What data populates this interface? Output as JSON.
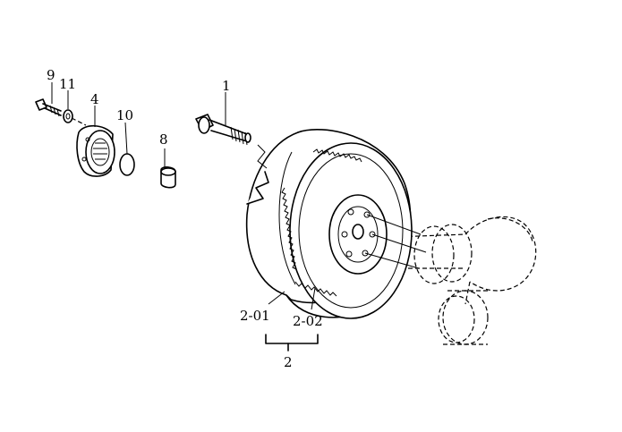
{
  "callouts": {
    "c1": "1",
    "c2": "2",
    "c2_01": "2-01",
    "c2_02": "2-02",
    "c4": "4",
    "c8": "8",
    "c9": "9",
    "c10": "10",
    "c11": "11"
  }
}
